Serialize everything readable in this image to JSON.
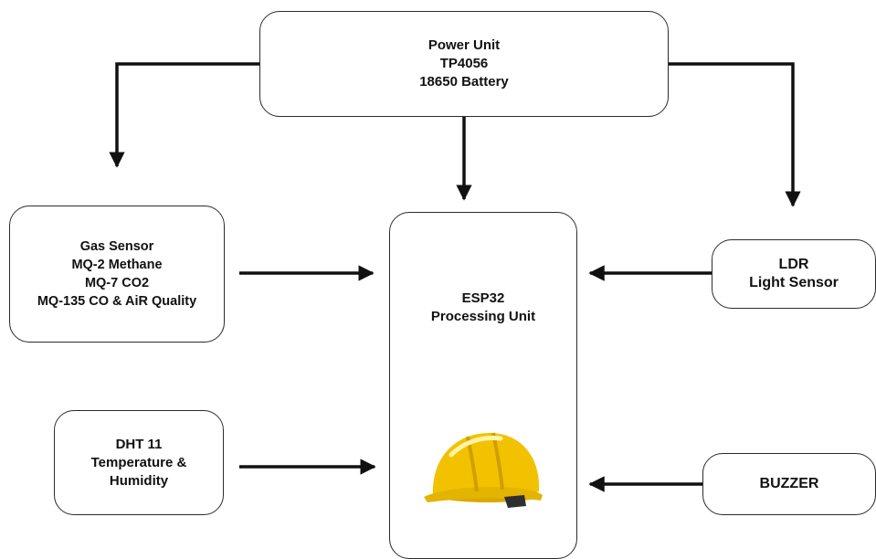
{
  "blocks": {
    "power": {
      "lines": [
        "Power Unit",
        "TP4056",
        "18650 Battery"
      ]
    },
    "gas": {
      "lines": [
        "Gas Sensor",
        "MQ-2 Methane",
        "MQ-7 CO2",
        "MQ-135 CO & AiR Quality"
      ]
    },
    "dht": {
      "lines": [
        "DHT 11",
        "Temperature &",
        "Humidity"
      ]
    },
    "esp": {
      "lines": [
        "ESP32",
        "Processing Unit"
      ],
      "icon": "hard-hat-icon"
    },
    "ldr": {
      "lines": [
        "LDR",
        "Light Sensor"
      ]
    },
    "buzzer": {
      "lines": [
        "BUZZER"
      ]
    }
  },
  "connections": [
    {
      "from": "power",
      "to": "gas"
    },
    {
      "from": "power",
      "to": "esp"
    },
    {
      "from": "power",
      "to": "ldr"
    },
    {
      "from": "gas",
      "to": "esp"
    },
    {
      "from": "dht",
      "to": "esp"
    },
    {
      "from": "ldr",
      "to": "esp"
    },
    {
      "from": "buzzer",
      "to": "esp"
    }
  ],
  "colors": {
    "line": "#111111",
    "box_border": "#2b2b2b",
    "helmet": "#f2c200"
  }
}
